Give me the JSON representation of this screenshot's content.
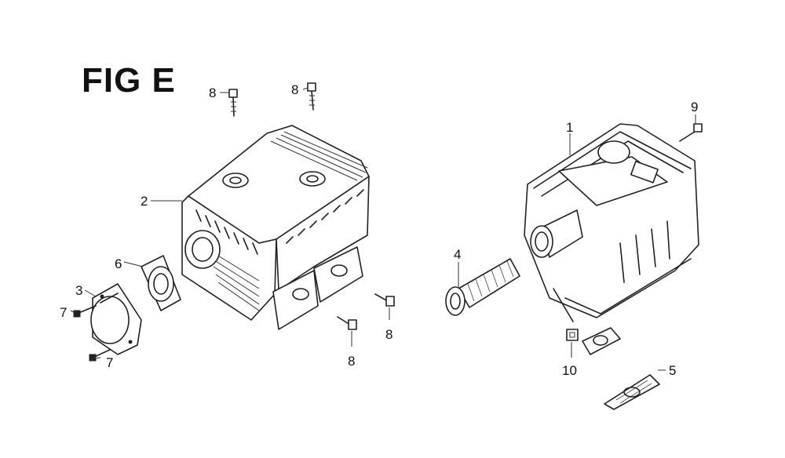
{
  "figure": {
    "title": "FIG E"
  },
  "callouts": [
    {
      "id": "c8a",
      "label": "8"
    },
    {
      "id": "c8b",
      "label": "8"
    },
    {
      "id": "c2",
      "label": "2"
    },
    {
      "id": "c6",
      "label": "6"
    },
    {
      "id": "c3",
      "label": "3"
    },
    {
      "id": "c7a",
      "label": "7"
    },
    {
      "id": "c7b",
      "label": "7"
    },
    {
      "id": "c8c",
      "label": "8"
    },
    {
      "id": "c8d",
      "label": "8"
    },
    {
      "id": "c1",
      "label": "1"
    },
    {
      "id": "c9",
      "label": "9"
    },
    {
      "id": "c4",
      "label": "4"
    },
    {
      "id": "c10",
      "label": "10"
    },
    {
      "id": "c5",
      "label": "5"
    }
  ]
}
